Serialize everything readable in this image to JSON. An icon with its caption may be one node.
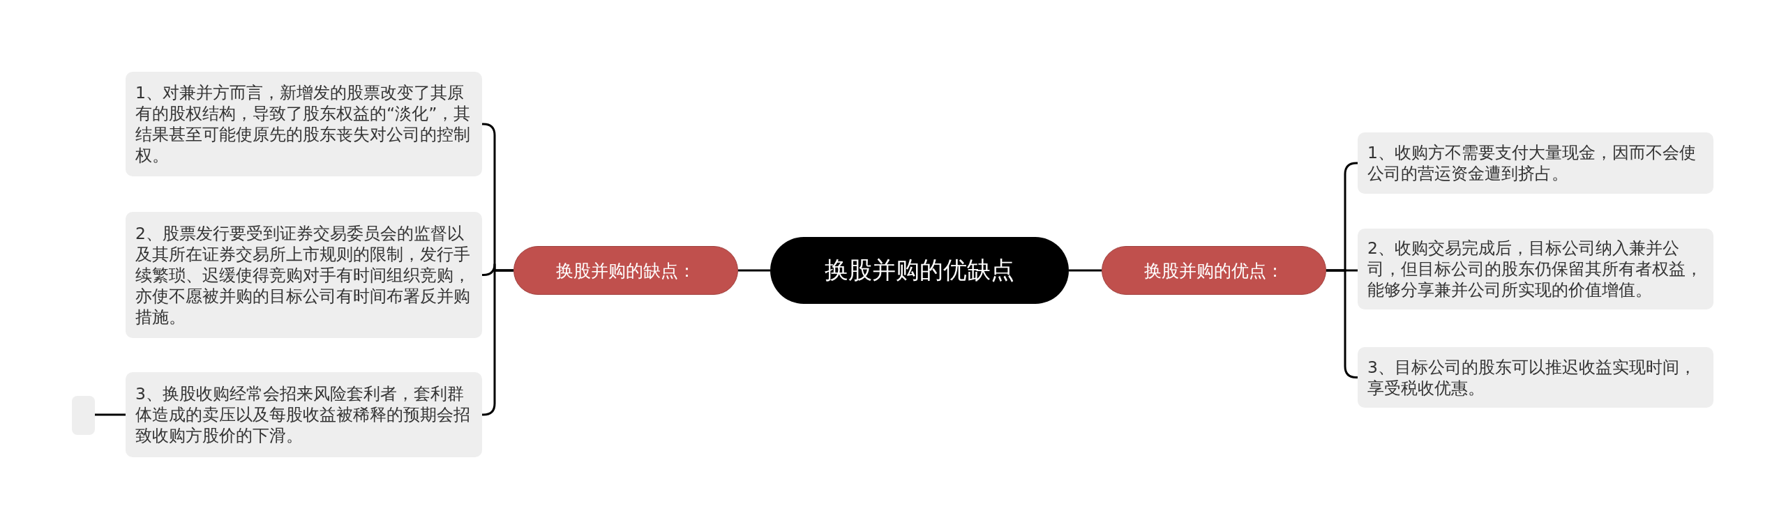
{
  "diagram": {
    "nodes": [
      {
        "text": [
          "换股并购的优缺点"
        ]
      },
      {
        "text": [
          "换股并购的缺点："
        ]
      },
      {
        "text": [
          "1、对兼并方而言，新增发的股票改变了其原有的股权结构，导致了股东权益的“淡化”，其结果甚至可能使原先的股东丧失对公司的控制权。"
        ]
      },
      {
        "text": [
          "2、股票发行要受到证券交易委员会的监督以及其所在证券交易所上市规则的限制，发行手续繁琐、迟缓使得竞购对手有时间组织竞购，亦使不愿被并购的目标公司有时间布署反并购措施。"
        ]
      },
      {
        "text": [
          "3、换股收购经常会招来风险套利者，套利群体造成的卖压以及每股收益被稀释的预期会招致收购方股价的下滑。"
        ]
      },
      {
        "text": [],
        "shape": "box"
      },
      {
        "text": [
          "换股并购的优点："
        ]
      },
      {
        "text": [
          "1、收购方不需要支付大量现金，因而不会使公司的营运资金遭到挤占。"
        ]
      },
      {
        "text": [
          "2、收购交易完成后，目标公司纳入兼并公司，但目标公司的股东仍保留其所有者权益，能够分享兼并公司所实现的价值增值。"
        ]
      },
      {
        "text": [
          "3、目标公司的股东可以推迟收益实现时间，享受税收优惠。"
        ]
      }
    ],
    "edges": [
      {
        "from": 0,
        "to": 1,
        "arrow": "none"
      },
      {
        "from": 1,
        "to": 2,
        "arrow": "none"
      },
      {
        "from": 1,
        "to": 3,
        "arrow": "none"
      },
      {
        "from": 1,
        "to": 4,
        "arrow": "none"
      },
      {
        "from": 4,
        "to": 5,
        "arrow": "none"
      },
      {
        "from": 0,
        "to": 6,
        "arrow": "none"
      },
      {
        "from": 6,
        "to": 7,
        "arrow": "none"
      },
      {
        "from": 6,
        "to": 8,
        "arrow": "none"
      },
      {
        "from": 6,
        "to": 9,
        "arrow": "none"
      }
    ]
  }
}
